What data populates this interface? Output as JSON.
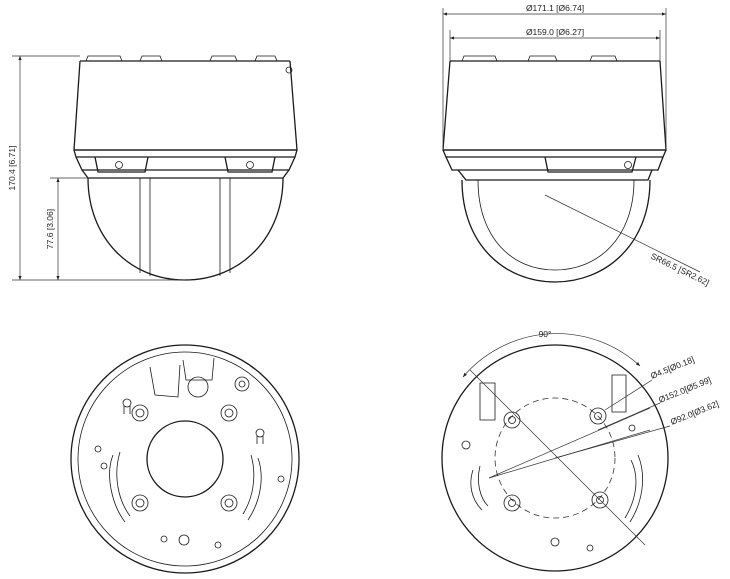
{
  "dimensions": {
    "overall_height": "170.4 [6.71]",
    "dome_height": "77.6 [3.06]",
    "outer_diameter": "Ø171.1 [Ø6.74]",
    "body_diameter": "Ø159.0 [Ø6.27]",
    "dome_radius": "SR66.5 [SR2.62]",
    "angle": "90°",
    "screw_hole": "Ø4.5[Ø0.18]",
    "mount_circle_large": "Ø152.0[Ø5.99]",
    "mount_circle_small": "Ø92.0[Ø3.62]"
  }
}
